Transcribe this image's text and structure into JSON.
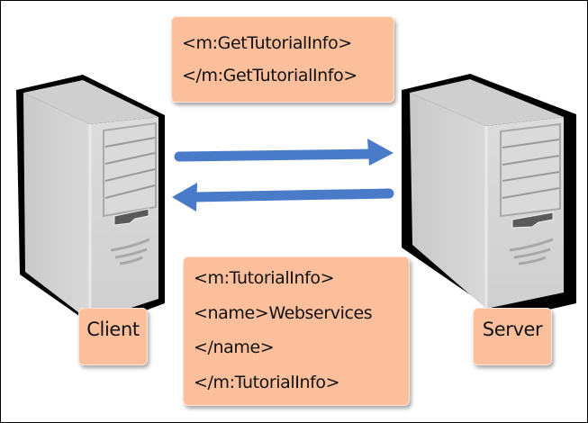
{
  "diagram": {
    "title": "SOAP request/response between client and server",
    "request_message": {
      "lines": [
        "<m:GetTutorialInfo>",
        "</m:GetTutorialInfo>"
      ]
    },
    "response_message": {
      "lines": [
        "<m:TutorialInfo>",
        "<name>Webservices",
        "</name>",
        "</m:TutorialInfo>"
      ]
    },
    "client": {
      "label": "Client",
      "icon": "server-tower-icon"
    },
    "server": {
      "label": "Server",
      "icon": "server-tower-icon"
    },
    "arrows": [
      {
        "direction": "client-to-server",
        "meaning": "request"
      },
      {
        "direction": "server-to-client",
        "meaning": "response"
      }
    ],
    "colors": {
      "note_fill": "#fcbf9c",
      "arrow": "#4a7bc8",
      "tower_body": "#d4d4d4",
      "tower_outline": "#000000"
    }
  }
}
